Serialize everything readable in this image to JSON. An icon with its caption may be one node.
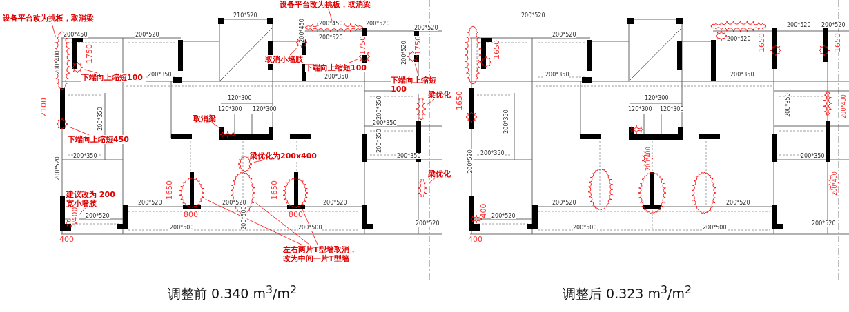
{
  "diagram": {
    "nodes": [
      {
        "text": [
          "设备平台改为挑板，取消梁"
        ]
      },
      {
        "text": [],
        "shape": "cloud"
      },
      {
        "text": [
          "下端向上缩短100"
        ]
      },
      {
        "text": [],
        "shape": "cloud"
      },
      {
        "text": [
          "下端向上缩短450"
        ]
      },
      {
        "text": [],
        "shape": "cloud"
      },
      {
        "text": [
          "建议改为 200宽小墙肢"
        ]
      },
      {
        "text": [],
        "shape": "cloud"
      },
      {
        "text": [
          "取消梁"
        ]
      },
      {
        "text": [],
        "shape": "cloud"
      },
      {
        "text": [
          "设备平台改为挑板，取消梁"
        ]
      },
      {
        "text": [],
        "shape": "cloud"
      },
      {
        "text": [
          "取消小墙肢"
        ]
      },
      {
        "text": [],
        "shape": "cloud"
      },
      {
        "text": [
          "下端向上缩短100"
        ]
      },
      {
        "text": [],
        "shape": "cloud"
      },
      {
        "text": [
          "下端向上缩短100"
        ]
      },
      {
        "text": [],
        "shape": "cloud"
      },
      {
        "text": [
          "梁优化为200x400"
        ]
      },
      {
        "text": [],
        "shape": "cloud"
      },
      {
        "text": [
          "梁优化"
        ]
      },
      {
        "text": [],
        "shape": "cloud"
      },
      {
        "text": [
          "梁优化"
        ]
      },
      {
        "text": [],
        "shape": "cloud"
      },
      {
        "text": [],
        "shape": "cloud"
      },
      {
        "text": [],
        "shape": "cloud"
      },
      {
        "text": [],
        "shape": "cloud"
      },
      {
        "text": [
          "左右两片T型墙取消，改为中间一片T型墙"
        ]
      },
      {
        "text": [],
        "shape": "cloud"
      },
      {
        "text": [],
        "shape": "cloud"
      },
      {
        "text": [],
        "shape": "cloud"
      },
      {
        "text": [],
        "shape": "cloud"
      },
      {
        "text": [],
        "shape": "cloud"
      },
      {
        "text": [],
        "shape": "cloud"
      },
      {
        "text": [],
        "shape": "cloud"
      },
      {
        "text": [],
        "shape": "cloud"
      },
      {
        "text": [],
        "shape": "cloud"
      },
      {
        "text": [],
        "shape": "cloud"
      },
      {
        "text": [],
        "shape": "cloud"
      },
      {
        "text": [],
        "shape": "cloud"
      },
      {
        "text": [],
        "shape": "cloud"
      },
      {
        "text": [],
        "shape": "cloud"
      },
      {
        "text": [],
        "shape": "cloud"
      }
    ],
    "edges": [
      {
        "from": 0,
        "to": 1,
        "arrow": "none"
      },
      {
        "from": 2,
        "to": 3,
        "arrow": "none"
      },
      {
        "from": 4,
        "to": 5,
        "arrow": "none"
      },
      {
        "from": 6,
        "to": 7,
        "arrow": "none"
      },
      {
        "from": 8,
        "to": 9,
        "arrow": "none"
      },
      {
        "from": 10,
        "to": 11,
        "arrow": "none"
      },
      {
        "from": 12,
        "to": 13,
        "arrow": "none"
      },
      {
        "from": 14,
        "to": 15,
        "arrow": "none"
      },
      {
        "from": 16,
        "to": 17,
        "arrow": "none"
      },
      {
        "from": 18,
        "to": 19,
        "arrow": "none"
      },
      {
        "from": 20,
        "to": 21,
        "arrow": "none"
      },
      {
        "from": 22,
        "to": 23,
        "arrow": "none"
      },
      {
        "from": 27,
        "to": 24,
        "arrow": "none"
      },
      {
        "from": 27,
        "to": 25,
        "arrow": "none"
      },
      {
        "from": 27,
        "to": 26,
        "arrow": "none"
      }
    ],
    "labels": [
      "200*450",
      "200*520",
      "210*520",
      "200*450",
      "200*520",
      "200*520",
      "200*400",
      "1750",
      "200*350",
      "200*520",
      "200*450",
      "1750",
      "1750",
      "200*350",
      "2100",
      "200*350",
      "120*300",
      "120*300",
      "120*300",
      "200*350",
      "200*350",
      "200*520",
      "200*350",
      "200*350",
      "200*350",
      "200*520",
      "1650",
      "200*520",
      "200*520",
      "1650",
      "200*520",
      "200*520",
      "800",
      "800",
      "400",
      "200*500",
      "200*500",
      "400",
      "200*500",
      "200*520",
      "200*520",
      "200*520",
      "200*520",
      "200*520",
      "200*520",
      "1650",
      "1650",
      "1650",
      "1650",
      "200*350",
      "200*350",
      "120*300",
      "120*300",
      "120*300",
      "200*350",
      "200*350",
      "200*400",
      "200*350",
      "200*350",
      "200*520",
      "200*400",
      "200*520",
      "200*520",
      "200*400",
      "200*520",
      "200*500",
      "200*500",
      "400",
      "400",
      "200*520",
      "调整前 0.340 m$^{3}$/m$^{2}$",
      "调整后 0.323 m$^{3}$/m$^{2}$"
    ]
  }
}
